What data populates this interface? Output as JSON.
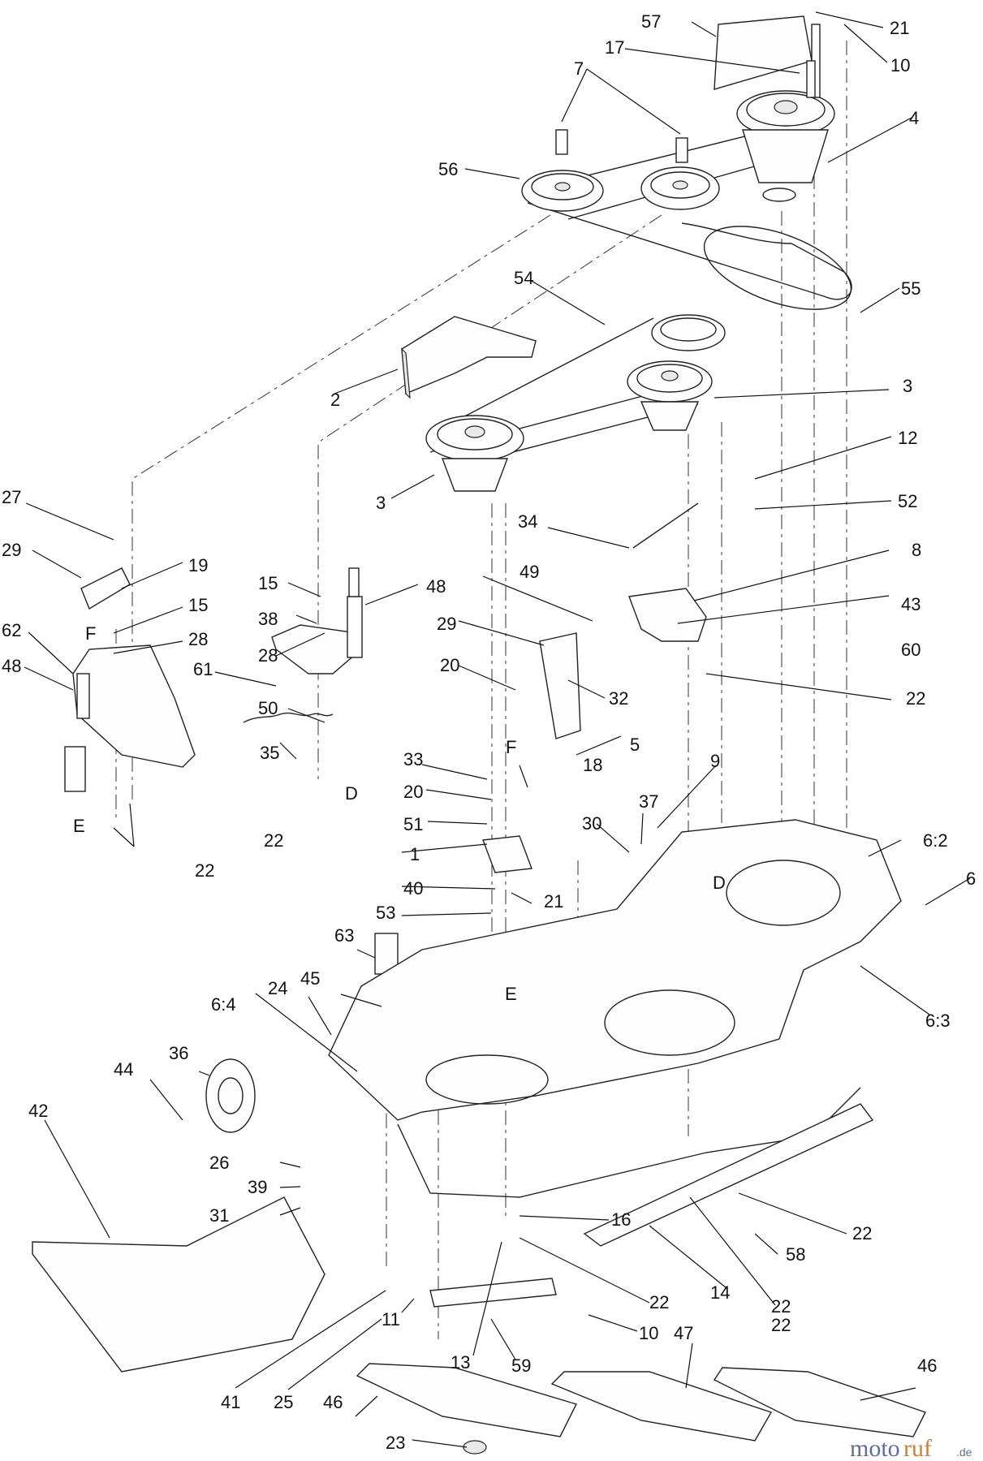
{
  "callouts": [
    {
      "id": "57",
      "text": "57"
    },
    {
      "id": "21a",
      "text": "21"
    },
    {
      "id": "17",
      "text": "17"
    },
    {
      "id": "10a",
      "text": "10"
    },
    {
      "id": "7",
      "text": "7"
    },
    {
      "id": "4",
      "text": "4"
    },
    {
      "id": "56",
      "text": "56"
    },
    {
      "id": "55",
      "text": "55"
    },
    {
      "id": "54",
      "text": "54"
    },
    {
      "id": "2",
      "text": "2"
    },
    {
      "id": "3a",
      "text": "3"
    },
    {
      "id": "3b",
      "text": "3"
    },
    {
      "id": "12",
      "text": "12"
    },
    {
      "id": "52",
      "text": "52"
    },
    {
      "id": "34",
      "text": "34"
    },
    {
      "id": "27",
      "text": "27"
    },
    {
      "id": "29a",
      "text": "29"
    },
    {
      "id": "19",
      "text": "19"
    },
    {
      "id": "15a",
      "text": "15"
    },
    {
      "id": "15b",
      "text": "15"
    },
    {
      "id": "48a",
      "text": "48"
    },
    {
      "id": "49",
      "text": "49"
    },
    {
      "id": "8",
      "text": "8"
    },
    {
      "id": "43",
      "text": "43"
    },
    {
      "id": "62",
      "text": "62"
    },
    {
      "id": "28a",
      "text": "28"
    },
    {
      "id": "38",
      "text": "38"
    },
    {
      "id": "29b",
      "text": "29"
    },
    {
      "id": "60",
      "text": "60"
    },
    {
      "id": "48b",
      "text": "48"
    },
    {
      "id": "28b",
      "text": "28"
    },
    {
      "id": "61",
      "text": "61"
    },
    {
      "id": "20a",
      "text": "20"
    },
    {
      "id": "32",
      "text": "32"
    },
    {
      "id": "22a",
      "text": "22"
    },
    {
      "id": "50",
      "text": "50"
    },
    {
      "id": "5",
      "text": "5"
    },
    {
      "id": "35",
      "text": "35"
    },
    {
      "id": "33",
      "text": "33"
    },
    {
      "id": "18",
      "text": "18"
    },
    {
      "id": "9",
      "text": "9"
    },
    {
      "id": "20b",
      "text": "20"
    },
    {
      "id": "37",
      "text": "37"
    },
    {
      "id": "22b",
      "text": "22"
    },
    {
      "id": "51",
      "text": "51"
    },
    {
      "id": "30",
      "text": "30"
    },
    {
      "id": "6_2",
      "text": "6:2"
    },
    {
      "id": "22c",
      "text": "22"
    },
    {
      "id": "1",
      "text": "1"
    },
    {
      "id": "6",
      "text": "6"
    },
    {
      "id": "40",
      "text": "40"
    },
    {
      "id": "21b",
      "text": "21"
    },
    {
      "id": "53",
      "text": "53"
    },
    {
      "id": "63",
      "text": "63"
    },
    {
      "id": "45",
      "text": "45"
    },
    {
      "id": "24",
      "text": "24"
    },
    {
      "id": "6_4",
      "text": "6:4"
    },
    {
      "id": "36",
      "text": "36"
    },
    {
      "id": "6_3",
      "text": "6:3"
    },
    {
      "id": "44",
      "text": "44"
    },
    {
      "id": "42",
      "text": "42"
    },
    {
      "id": "26",
      "text": "26"
    },
    {
      "id": "39",
      "text": "39"
    },
    {
      "id": "31",
      "text": "31"
    },
    {
      "id": "16",
      "text": "16"
    },
    {
      "id": "22d",
      "text": "22"
    },
    {
      "id": "22e",
      "text": "22"
    },
    {
      "id": "58",
      "text": "58"
    },
    {
      "id": "14",
      "text": "14"
    },
    {
      "id": "22f",
      "text": "22"
    },
    {
      "id": "22g",
      "text": "22"
    },
    {
      "id": "11",
      "text": "11"
    },
    {
      "id": "10b",
      "text": "10"
    },
    {
      "id": "47",
      "text": "47"
    },
    {
      "id": "13",
      "text": "13"
    },
    {
      "id": "59",
      "text": "59"
    },
    {
      "id": "46a",
      "text": "46"
    },
    {
      "id": "41",
      "text": "41"
    },
    {
      "id": "25",
      "text": "25"
    },
    {
      "id": "46b",
      "text": "46"
    },
    {
      "id": "23",
      "text": "23"
    }
  ],
  "reference_letters": [
    {
      "id": "F1",
      "text": "F"
    },
    {
      "id": "E1",
      "text": "E"
    },
    {
      "id": "D1",
      "text": "D"
    },
    {
      "id": "F2",
      "text": "F"
    },
    {
      "id": "D2",
      "text": "D"
    },
    {
      "id": "E2",
      "text": "E"
    }
  ],
  "watermark": {
    "part1": "moto",
    "part2": "ruf",
    "suffix": ".de"
  }
}
